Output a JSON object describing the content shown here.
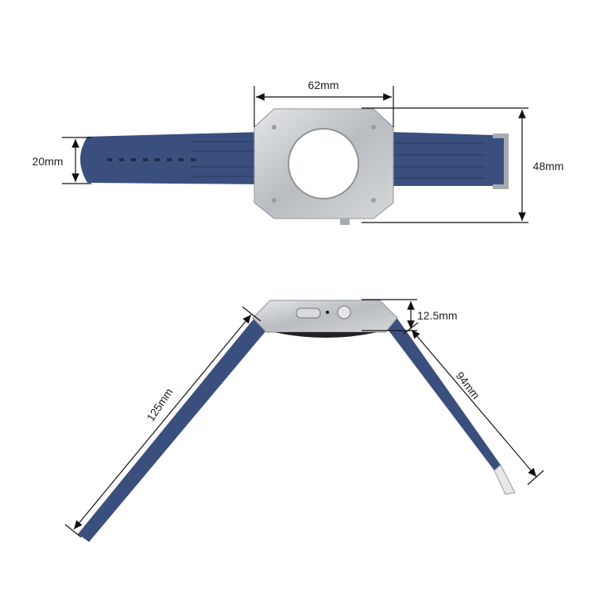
{
  "colors": {
    "strap": "#3b4f7e",
    "strap_dark": "#2e3f68",
    "case": "#c9ccd0",
    "case_dark": "#8f9398",
    "line": "#111111"
  },
  "top_view": {
    "width_label": "62mm",
    "strap_width_label": "20mm",
    "height_label": "48mm"
  },
  "side_view": {
    "thickness_label": "12.5mm",
    "long_strap_label": "125mm",
    "short_strap_label": "94mm"
  }
}
